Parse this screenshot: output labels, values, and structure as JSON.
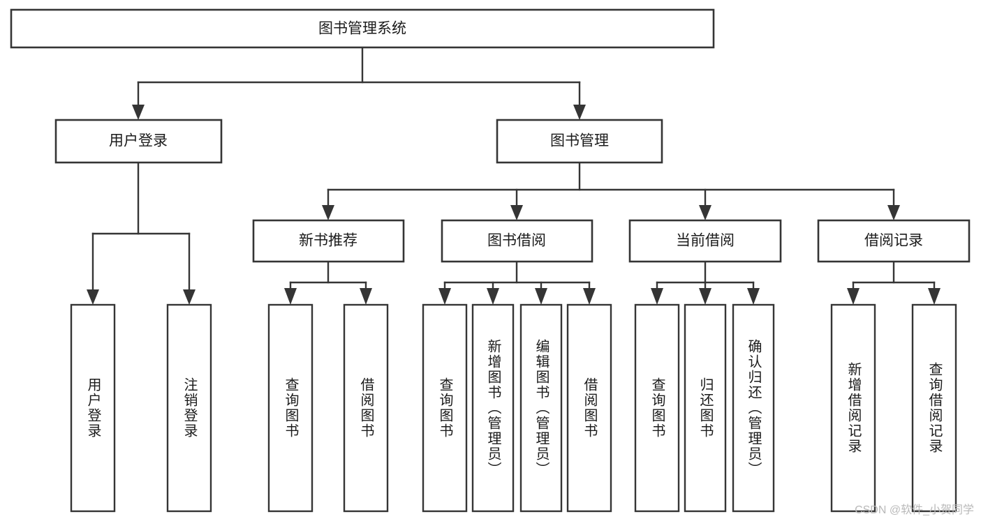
{
  "diagram": {
    "type": "tree-hierarchy",
    "title": "图书管理系统",
    "orientation": "top-down",
    "levels": 4,
    "root": {
      "id": "root",
      "label": "图书管理系统"
    },
    "level2": [
      {
        "id": "user-login",
        "label": "用户登录"
      },
      {
        "id": "book-management",
        "label": "图书管理"
      }
    ],
    "level3": [
      {
        "id": "new-book-recommend",
        "label": "新书推荐",
        "parent": "book-management"
      },
      {
        "id": "book-borrow",
        "label": "图书借阅",
        "parent": "book-management"
      },
      {
        "id": "current-borrow",
        "label": "当前借阅",
        "parent": "book-management"
      },
      {
        "id": "borrow-record",
        "label": "借阅记录",
        "parent": "book-management"
      }
    ],
    "leaves": {
      "user-login": [
        {
          "id": "leaf-user-login",
          "label": "用户登录"
        },
        {
          "id": "leaf-user-logout",
          "label": "注销登录"
        }
      ],
      "new-book-recommend": [
        {
          "id": "leaf-query-book-1",
          "label": "查询图书"
        },
        {
          "id": "leaf-borrow-book-1",
          "label": "借阅图书"
        }
      ],
      "book-borrow": [
        {
          "id": "leaf-query-book-2",
          "label": "查询图书"
        },
        {
          "id": "leaf-add-book",
          "label": "新增图书（管理员）"
        },
        {
          "id": "leaf-edit-book",
          "label": "编辑图书（管理员）"
        },
        {
          "id": "leaf-borrow-book-2",
          "label": "借阅图书"
        }
      ],
      "current-borrow": [
        {
          "id": "leaf-query-book-3",
          "label": "查询图书"
        },
        {
          "id": "leaf-return-book",
          "label": "归还图书"
        },
        {
          "id": "leaf-confirm-return",
          "label": "确认归还（管理员）"
        }
      ],
      "borrow-record": [
        {
          "id": "leaf-add-record",
          "label": "新增借阅记录"
        },
        {
          "id": "leaf-query-record",
          "label": "查询借阅记录"
        }
      ]
    }
  },
  "watermark": {
    "text": "CSDN @软件_小贺同学"
  },
  "colors": {
    "stroke": "#353535",
    "fill": "#ffffff",
    "text": "#1b1b1b",
    "watermark": "#b9b9b9"
  }
}
